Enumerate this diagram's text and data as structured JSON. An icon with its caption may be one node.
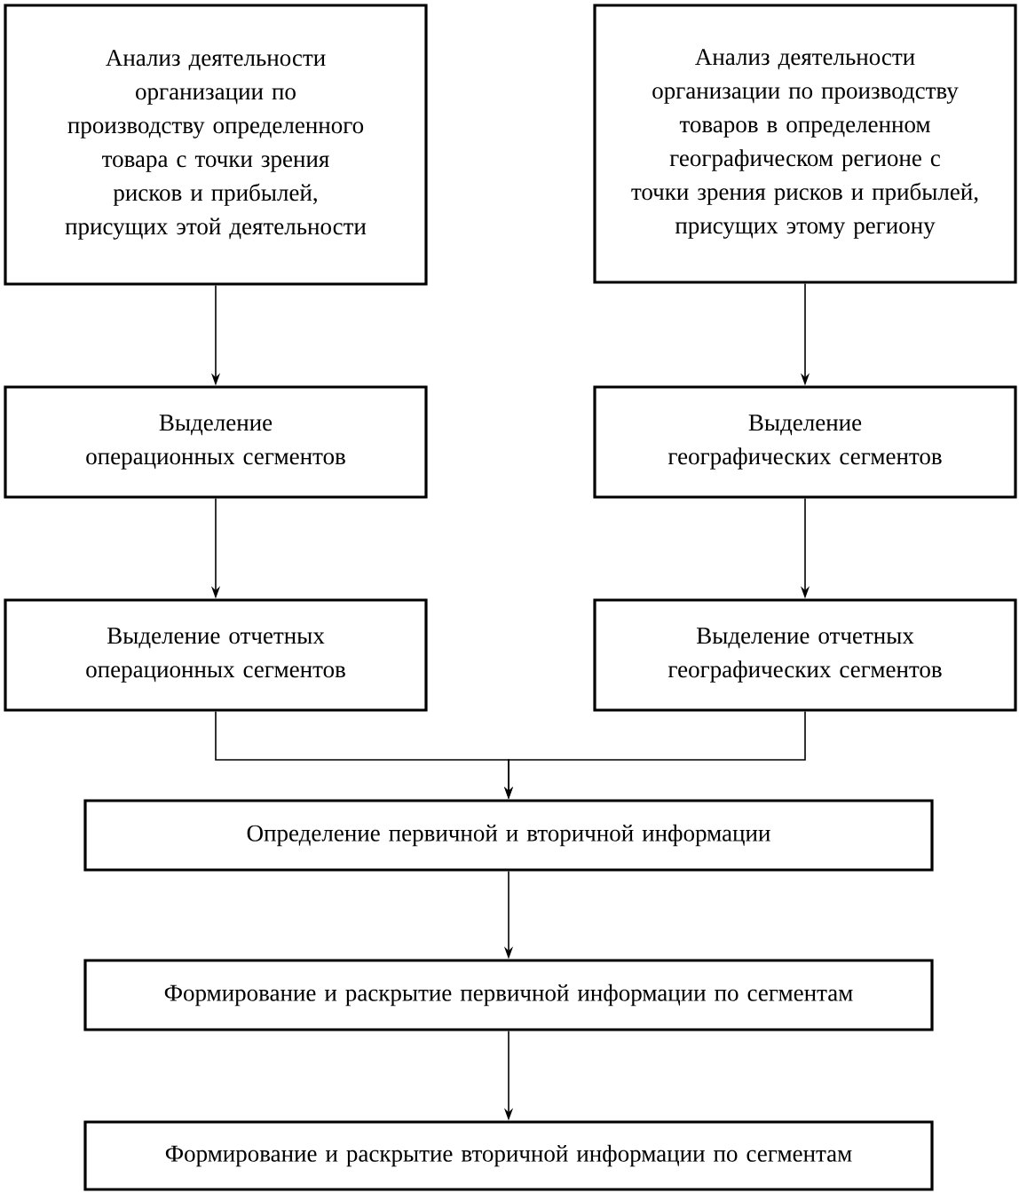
{
  "diagram": {
    "nodes": [
      {
        "text": [
          "Анализ деятельности организации по производству определенного товара с точки зрения рисков и прибылей, присущих этой деятельности"
        ]
      },
      {
        "text": [
          "Анализ деятельности организации по производству товаров в определенном географическом регионе с точки зрения рисков и прибылей, присущих этому региону"
        ]
      },
      {
        "text": [
          "Выделение операционных сегментов"
        ]
      },
      {
        "text": [
          "Выделение географических сегментов"
        ]
      },
      {
        "text": [
          "Выделение отчетных операционных сегментов"
        ]
      },
      {
        "text": [
          "Выделение отчетных географических сегментов"
        ]
      },
      {
        "text": [
          "Определение первичной и вторичной информации"
        ]
      },
      {
        "text": [
          "Формирование и раскрытие первичной информации по сегментам"
        ]
      },
      {
        "text": [
          "Формирование и раскрытие вторичной информации по сегментам"
        ]
      }
    ],
    "edges": [
      {
        "from": 0,
        "to": 2,
        "arrow": "to"
      },
      {
        "from": 1,
        "to": 3,
        "arrow": "to"
      },
      {
        "from": 2,
        "to": 4,
        "arrow": "to"
      },
      {
        "from": 3,
        "to": 5,
        "arrow": "to"
      },
      {
        "from": 4,
        "to": 6,
        "arrow": "to"
      },
      {
        "from": 5,
        "to": 6,
        "arrow": "to"
      },
      {
        "from": 6,
        "to": 7,
        "arrow": "to"
      },
      {
        "from": 7,
        "to": 8,
        "arrow": "to"
      }
    ]
  }
}
